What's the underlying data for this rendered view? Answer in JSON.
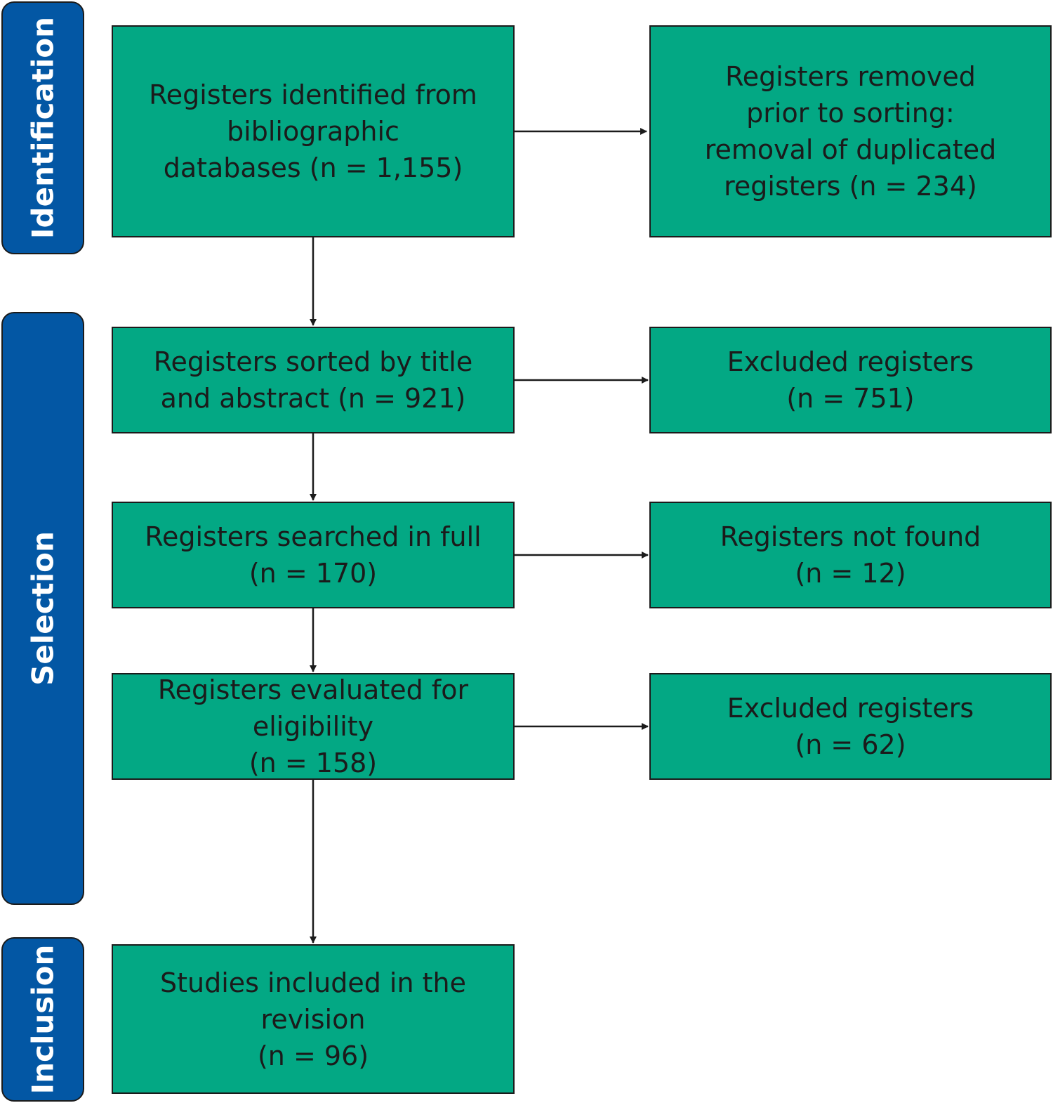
{
  "colors": {
    "phase_fill": "#0357a4",
    "box_fill": "#03a884",
    "line": "#1b1b1b",
    "phase_text": "#ffffff"
  },
  "phases": {
    "identification": "Identification",
    "selection": "Selection",
    "inclusion": "Inclusion"
  },
  "boxes": {
    "identified": "Registers identified from\nbibliographic\ndatabases (n = 1,155)",
    "removed": "Registers removed\nprior to sorting:\nremoval of duplicated\nregisters (n = 234)",
    "sorted": "Registers sorted by title\nand abstract (n = 921)",
    "excluded_1": "Excluded registers\n(n = 751)",
    "searched": "Registers searched in full\n(n = 170)",
    "not_found": "Registers not found\n(n = 12)",
    "evaluated": "Registers evaluated for eligibility\n(n = 158)",
    "excluded_2": "Excluded registers\n(n = 62)",
    "included": "Studies included in the revision\n(n = 96)"
  }
}
